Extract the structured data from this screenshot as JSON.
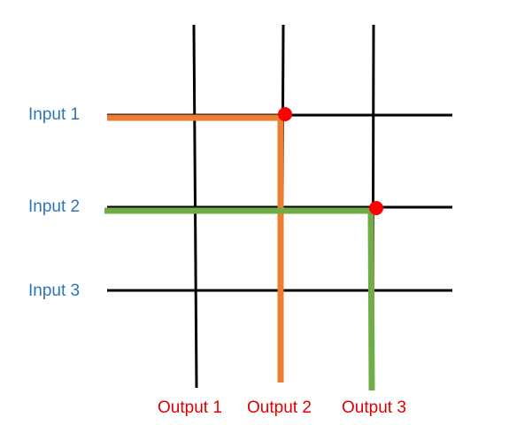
{
  "inputs": [
    "Input 1",
    "Input 2",
    "Input 3"
  ],
  "outputs": [
    "Output 1",
    "Output 2",
    "Output 3"
  ],
  "connections": [
    {
      "input": "Input 1",
      "output": "Output 2",
      "color": "#ed7d31"
    },
    {
      "input": "Input 2",
      "output": "Output 3",
      "color": "#70ad47"
    }
  ],
  "colors": {
    "grid": "#000000",
    "junction": "#ff0000",
    "input_label": "#2e75b6",
    "output_label": "#e00000"
  }
}
